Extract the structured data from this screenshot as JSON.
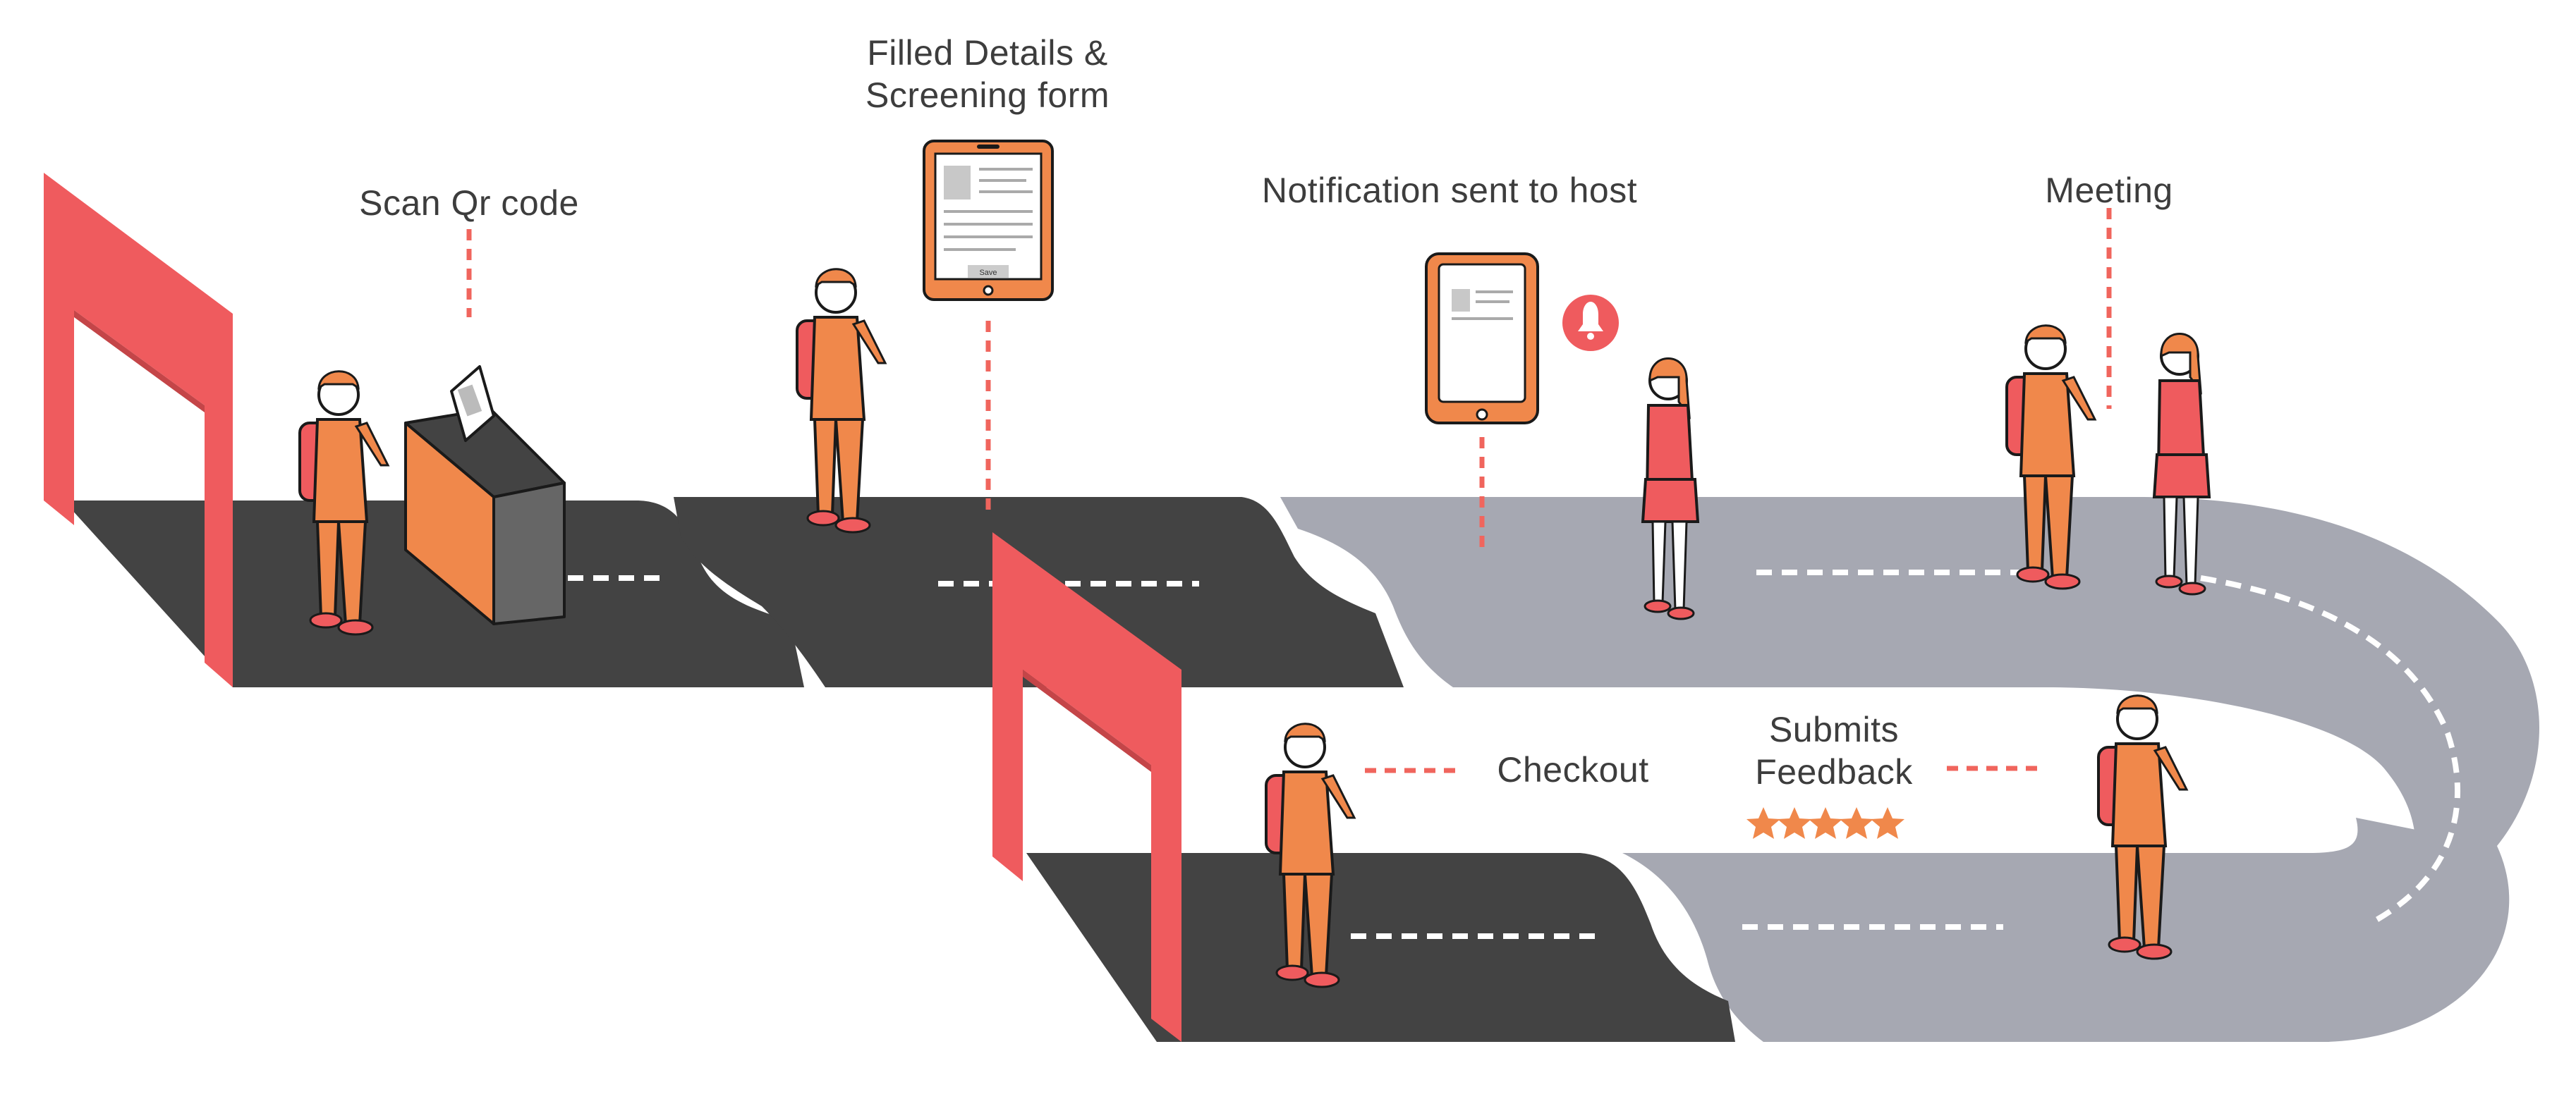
{
  "colors": {
    "dark_road": "#434343",
    "grey_road": "#a6a8b2",
    "gate": "#ef5b5e",
    "orange": "#f0884b",
    "coral": "#ef5b5e",
    "dash": "#f0655d",
    "text": "#3d3d3d",
    "skin_outline": "#1a1a1a",
    "star": "#f0884b"
  },
  "steps": [
    {
      "id": "scan",
      "label": "Scan Qr code",
      "icon": "qr-scanner-kiosk-icon"
    },
    {
      "id": "form",
      "label": "Filled Details &\nScreening form",
      "icon": "tablet-form-icon",
      "save_label": "Save"
    },
    {
      "id": "notify",
      "label": "Notification sent to host",
      "icon": "bell-icon"
    },
    {
      "id": "meeting",
      "label": "Meeting",
      "icon": "meeting-icon"
    },
    {
      "id": "feedback",
      "label": "Submits\nFeedback",
      "icon": "star-icon",
      "rating": 5
    },
    {
      "id": "checkout",
      "label": "Checkout",
      "icon": "exit-gate-icon"
    }
  ]
}
